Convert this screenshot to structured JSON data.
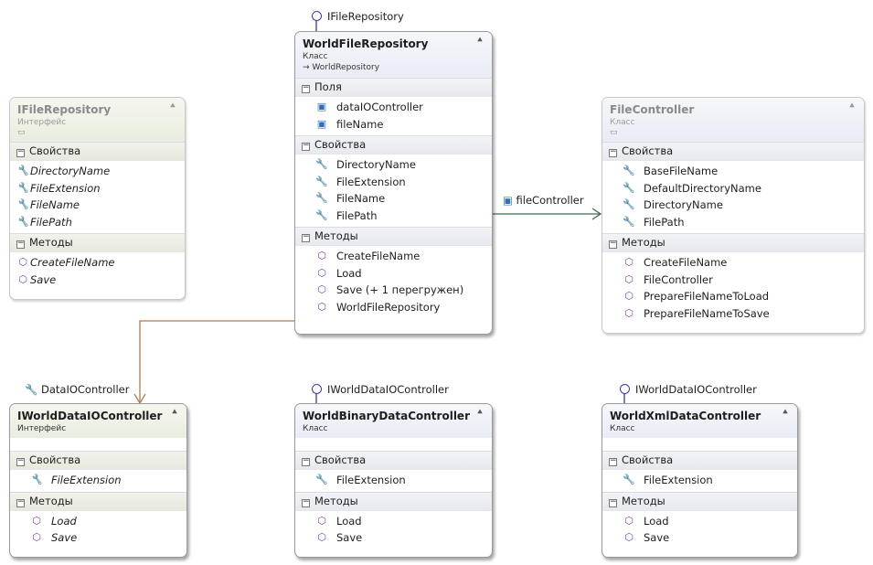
{
  "boxes": {
    "ifile": {
      "name": "IFileRepository",
      "kind": "Интерфейс",
      "sections": [
        {
          "label": "Свойства",
          "items": [
            "DirectoryName",
            "FileExtension",
            "FileName",
            "FilePath"
          ]
        },
        {
          "label": "Методы",
          "items": [
            "CreateFileName",
            "Save"
          ]
        }
      ]
    },
    "world": {
      "name": "WorldFileRepository",
      "kind": "Класс",
      "base": "→ WorldRepository",
      "lollipop": "IFileRepository",
      "sections": [
        {
          "label": "Поля",
          "items": [
            "dataIOController",
            "fileName"
          ]
        },
        {
          "label": "Свойства",
          "items": [
            "DirectoryName",
            "FileExtension",
            "FileName",
            "FilePath"
          ]
        },
        {
          "label": "Методы",
          "items": [
            "CreateFileName",
            "Load",
            "Save (+ 1 перегружен)",
            "WorldFileRepository"
          ]
        }
      ]
    },
    "filectl": {
      "name": "FileController",
      "kind": "Класс",
      "sections": [
        {
          "label": "Свойства",
          "items": [
            "BaseFileName",
            "DefaultDirectoryName",
            "DirectoryName",
            "FilePath"
          ]
        },
        {
          "label": "Методы",
          "items": [
            "CreateFileName",
            "FileController",
            "PrepareFileNameToLoad",
            "PrepareFileNameToSave"
          ]
        }
      ]
    },
    "iworld": {
      "name": "IWorldDataIOController",
      "kind": "Интерфейс",
      "sections": [
        {
          "label": "Свойства",
          "items": [
            "FileExtension"
          ]
        },
        {
          "label": "Методы",
          "items": [
            "Load",
            "Save"
          ]
        }
      ]
    },
    "binary": {
      "name": "WorldBinaryDataController",
      "kind": "Класс",
      "lollipop": "IWorldDataIOController",
      "sections": [
        {
          "label": "Свойства",
          "items": [
            "FileExtension"
          ]
        },
        {
          "label": "Методы",
          "items": [
            "Load",
            "Save"
          ]
        }
      ]
    },
    "xml": {
      "name": "WorldXmlDataController",
      "kind": "Класс",
      "lollipop": "IWorldDataIOController",
      "sections": [
        {
          "label": "Свойства",
          "items": [
            "FileExtension"
          ]
        },
        {
          "label": "Методы",
          "items": [
            "Load",
            "Save"
          ]
        }
      ]
    }
  },
  "connectors": {
    "fileController": "fileController",
    "dataIOController": "DataIOController"
  },
  "colors": {
    "association": "#3f6a4d",
    "property_link": "#b07a50",
    "lollipop": "#3a3aa8",
    "method_icon": "#7a3fb1",
    "field_icon": "#2f6fb5"
  }
}
